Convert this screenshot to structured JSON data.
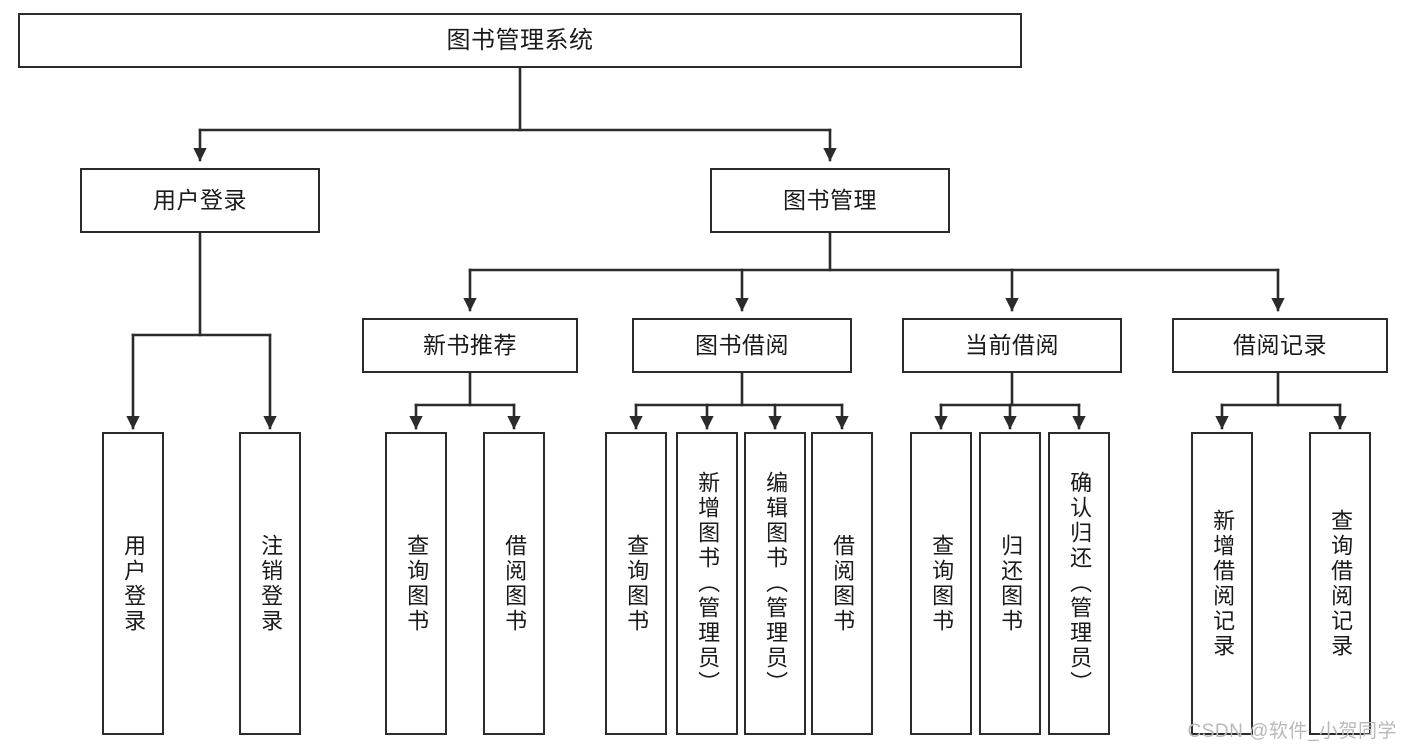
{
  "diagram": {
    "title": "图书管理系统",
    "type": "hierarchy-tree",
    "colors": {
      "stroke": "#2b2b2b",
      "fill": "#ffffff",
      "text": "#1a1a1a",
      "watermark": "#b9b9b9"
    },
    "levels": {
      "root": {
        "label": "图书管理系统"
      },
      "level2": [
        {
          "id": "user-login",
          "label": "用户登录"
        },
        {
          "id": "book-management",
          "label": "图书管理"
        }
      ],
      "level3": [
        {
          "id": "new-book-recommend",
          "label": "新书推荐"
        },
        {
          "id": "book-borrow",
          "label": "图书借阅"
        },
        {
          "id": "current-borrow",
          "label": "当前借阅"
        },
        {
          "id": "borrow-record",
          "label": "借阅记录"
        }
      ],
      "leaves": {
        "user_login": [
          {
            "id": "leaf-user-login",
            "label": "用户登录"
          },
          {
            "id": "leaf-logout-login",
            "label": "注销登录"
          }
        ],
        "new_book_recommend": [
          {
            "id": "leaf-query-book-1",
            "label": "查询图书"
          },
          {
            "id": "leaf-borrow-book-1",
            "label": "借阅图书"
          }
        ],
        "book_borrow": [
          {
            "id": "leaf-query-book-2",
            "label": "查询图书"
          },
          {
            "id": "leaf-add-book",
            "label": "新增图书（管理员）"
          },
          {
            "id": "leaf-edit-book",
            "label": "编辑图书（管理员）"
          },
          {
            "id": "leaf-borrow-book-2",
            "label": "借阅图书"
          }
        ],
        "current_borrow": [
          {
            "id": "leaf-query-book-3",
            "label": "查询图书"
          },
          {
            "id": "leaf-return-book",
            "label": "归还图书"
          },
          {
            "id": "leaf-confirm-return",
            "label": "确认归还（管理员）"
          }
        ],
        "borrow_record": [
          {
            "id": "leaf-add-record",
            "label": "新增借阅记录"
          },
          {
            "id": "leaf-query-record",
            "label": "查询借阅记录"
          }
        ]
      }
    },
    "watermark": "CSDN @软件_小贺同学"
  }
}
